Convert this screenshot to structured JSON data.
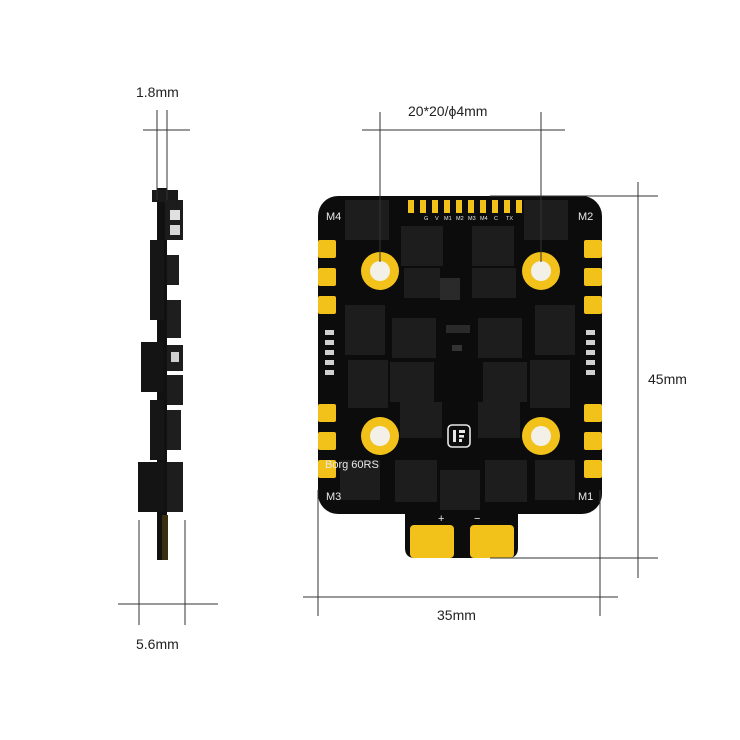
{
  "dimensions": {
    "board_thickness": "1.8mm",
    "side_thickness": "5.6mm",
    "mount_pattern": "20*20/ϕ4mm",
    "height": "45mm",
    "width": "35mm"
  },
  "board": {
    "model": "Borg 60RS",
    "motor_labels": [
      "M1",
      "M2",
      "M3",
      "M4"
    ],
    "header_pins": [
      "G",
      "V",
      "M1",
      "M2",
      "M3",
      "M4",
      "C",
      "TX"
    ],
    "power_plus": "+",
    "power_minus": "−"
  },
  "colors": {
    "pcb": "#0c0c0c",
    "gold": "#f2c21b",
    "mosfet": "#1d1d1d",
    "dimension_line": "#333333"
  }
}
